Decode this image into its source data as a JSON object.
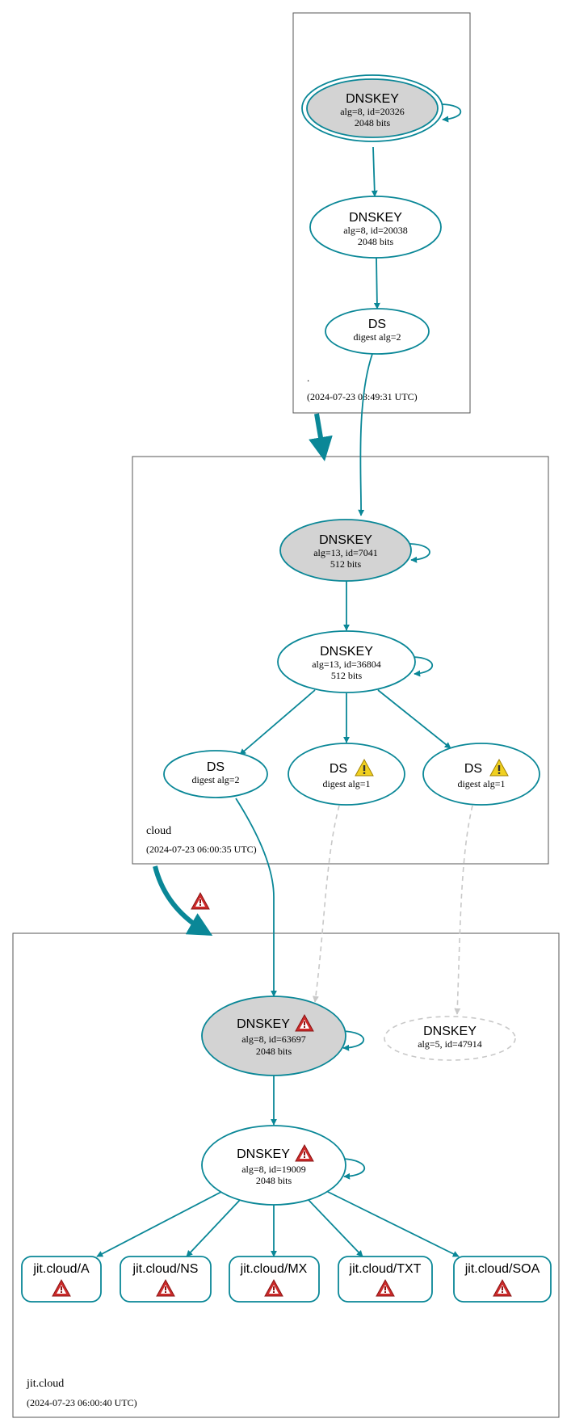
{
  "colors": {
    "edge": "#0a8797",
    "ksk_fill": "#d3d3d3",
    "node_fill": "#ffffff",
    "inactive": "#c8c8c8",
    "zone_border": "#555555",
    "error_icon": "#cc2a2a",
    "warning_icon": "#f0d020"
  },
  "zones": {
    "root": {
      "name": ".",
      "timestamp": "(2024-07-23 03:49:31 UTC)",
      "nodes": {
        "ksk": {
          "title": "DNSKEY",
          "line1": "alg=8, id=20326",
          "line2": "2048 bits"
        },
        "zsk": {
          "title": "DNSKEY",
          "line1": "alg=8, id=20038",
          "line2": "2048 bits"
        },
        "ds": {
          "title": "DS",
          "line1": "digest alg=2"
        }
      }
    },
    "cloud": {
      "name": "cloud",
      "timestamp": "(2024-07-23 06:00:35 UTC)",
      "nodes": {
        "ksk": {
          "title": "DNSKEY",
          "line1": "alg=13, id=7041",
          "line2": "512 bits"
        },
        "zsk": {
          "title": "DNSKEY",
          "line1": "alg=13, id=36804",
          "line2": "512 bits"
        },
        "ds_a": {
          "title": "DS",
          "line1": "digest alg=2"
        },
        "ds_b": {
          "title": "DS",
          "line1": "digest alg=1",
          "status_icon": "warning-icon"
        },
        "ds_c": {
          "title": "DS",
          "line1": "digest alg=1",
          "status_icon": "warning-icon"
        }
      }
    },
    "jit": {
      "name": "jit.cloud",
      "timestamp": "(2024-07-23 06:00:40 UTC)",
      "nodes": {
        "ksk": {
          "title": "DNSKEY",
          "line1": "alg=8, id=63697",
          "line2": "2048 bits",
          "status_icon": "error-icon"
        },
        "missing": {
          "title": "DNSKEY",
          "line1": "alg=5, id=47914"
        },
        "zsk": {
          "title": "DNSKEY",
          "line1": "alg=8, id=19009",
          "line2": "2048 bits",
          "status_icon": "error-icon"
        }
      },
      "rrsets": [
        {
          "label": "jit.cloud/A",
          "status_icon": "error-icon"
        },
        {
          "label": "jit.cloud/NS",
          "status_icon": "error-icon"
        },
        {
          "label": "jit.cloud/MX",
          "status_icon": "error-icon"
        },
        {
          "label": "jit.cloud/TXT",
          "status_icon": "error-icon"
        },
        {
          "label": "jit.cloud/SOA",
          "status_icon": "error-icon"
        }
      ]
    }
  },
  "delegations": [
    {
      "from": "root",
      "to": "cloud",
      "status_icon": ""
    },
    {
      "from": "cloud",
      "to": "jit.cloud",
      "status_icon": "error-icon"
    }
  ]
}
